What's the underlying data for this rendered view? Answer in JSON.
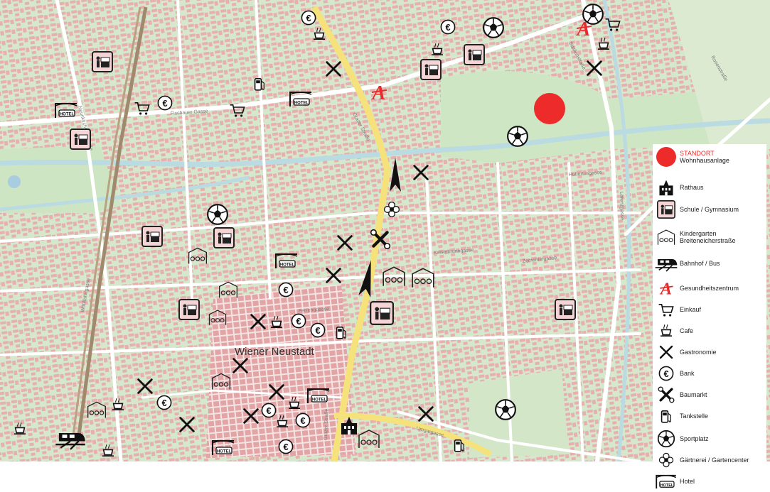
{
  "map": {
    "city_label": "Wiener Neustadt",
    "location_marker_color": "#ed2b2b",
    "water_color": "#b9dbe1",
    "green_color": "#c8e3c0",
    "building_color": "#e2a4a4",
    "main_road_color": "#f5e27a",
    "railway_color": "#a08a6e",
    "street_labels": [
      "Wiener Straße",
      "Grazer Straße",
      "Umgargasse",
      "Stadionstraße",
      "Fischauer Gasse",
      "Kaiserbrunngasse",
      "Hubertusgasse",
      "Zementergasse",
      "Lorenzgasse",
      "Ferrenggasse",
      "Wohlfahrtgasse",
      "Neunkirchner Straße",
      "Rosenstraße"
    ]
  },
  "legend": {
    "items": [
      {
        "icon": "location-dot-icon",
        "label": "STANDORT",
        "sublabel": "Wohnhausanlage"
      },
      {
        "icon": "town-hall-icon",
        "label": "Rathaus"
      },
      {
        "icon": "school-icon",
        "label": "Schule / Gymnasium"
      },
      {
        "icon": "kindergarten-icon",
        "label": "Kindergarten",
        "sublabel": "Breiteneicherstraße"
      },
      {
        "icon": "train-icon",
        "label": "Bahnhof / Bus"
      },
      {
        "icon": "pharmacy-icon",
        "label": "Gesundheitszentrum"
      },
      {
        "icon": "shopping-cart-icon",
        "label": "Einkauf"
      },
      {
        "icon": "cafe-icon",
        "label": "Cafe"
      },
      {
        "icon": "restaurant-icon",
        "label": "Gastronomie"
      },
      {
        "icon": "bank-icon",
        "label": "Bank"
      },
      {
        "icon": "hardware-store-icon",
        "label": "Baumarkt"
      },
      {
        "icon": "gas-station-icon",
        "label": "Tankstelle"
      },
      {
        "icon": "sports-field-icon",
        "label": "Sportplatz"
      },
      {
        "icon": "garden-center-icon",
        "label": "Gärtnerei / Gartencenter"
      },
      {
        "icon": "hotel-icon",
        "label": "Hotel"
      }
    ]
  }
}
